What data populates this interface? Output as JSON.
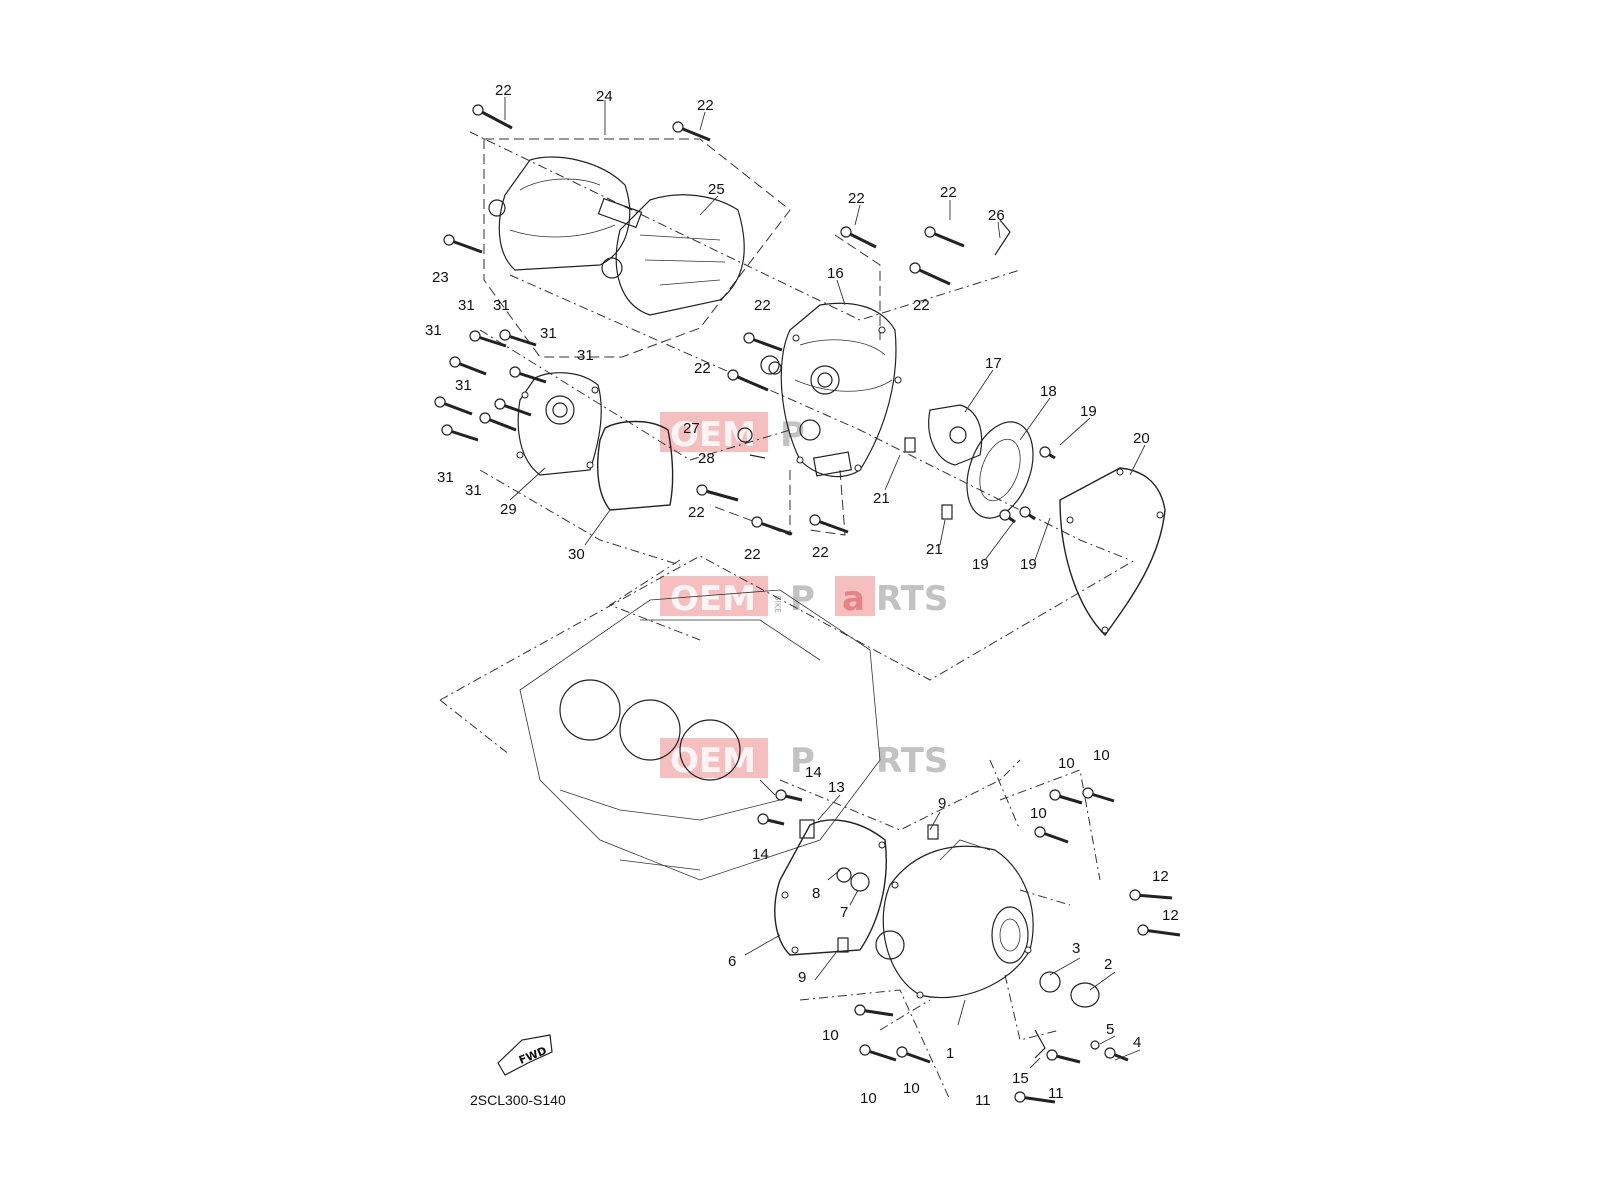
{
  "diagram_code": "2SCL300-S140",
  "fwd_label": "FWD",
  "watermark": {
    "oem": "OEM",
    "parts_pre": "P",
    "parts_a": "a",
    "parts_post": "RTS",
    "bike": "BIKE"
  },
  "callouts": {
    "c22a": "22",
    "c24": "24",
    "c22b": "22",
    "c25": "25",
    "c23": "23",
    "c22c": "22",
    "c26": "26",
    "c22d": "22",
    "c16": "16",
    "c22e": "22",
    "c31a": "31",
    "c31b": "31",
    "c31c": "31",
    "c31d": "31",
    "c31e": "31",
    "c31f": "31",
    "c31g": "31",
    "c31h": "31",
    "c22f": "22",
    "c22g": "22",
    "c17": "17",
    "c18": "18",
    "c19a": "19",
    "c20": "20",
    "c27": "27",
    "c28": "28",
    "c22h": "22",
    "c21a": "21",
    "c29": "29",
    "c30": "30",
    "c22i": "22",
    "c22j": "22",
    "c21b": "21",
    "c19b": "19",
    "c19c": "19",
    "c10a": "10",
    "c10b": "10",
    "c10c": "10",
    "c14a": "14",
    "c13": "13",
    "c9a": "9",
    "c14b": "14",
    "c12a": "12",
    "c12b": "12",
    "c8": "8",
    "c7": "7",
    "c3": "3",
    "c2": "2",
    "c6": "6",
    "c9b": "9",
    "c5": "5",
    "c4": "4",
    "c10d": "10",
    "c1": "1",
    "c15": "15",
    "c10e": "10",
    "c10f": "10",
    "c11a": "11",
    "c11b": "11"
  }
}
